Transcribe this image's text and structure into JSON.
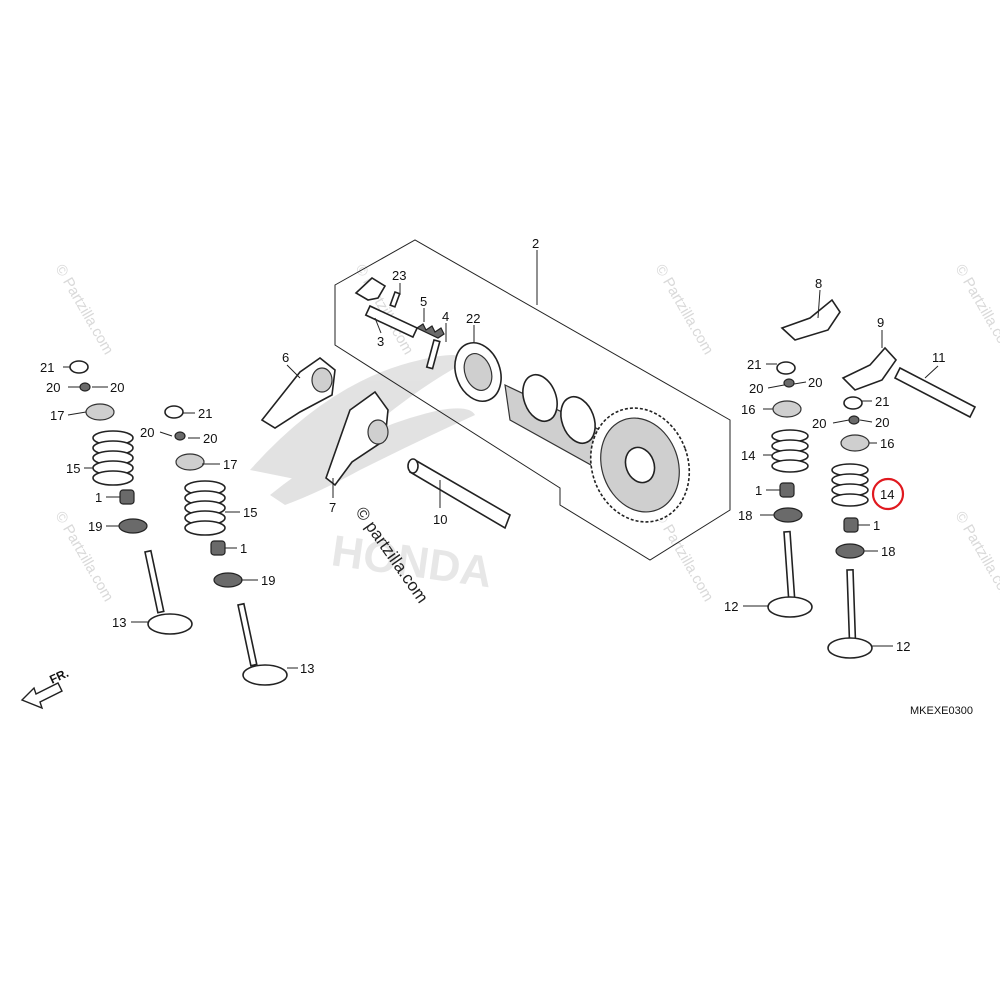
{
  "diagram": {
    "code": "MKEXE0300",
    "front_indicator": "FR.",
    "watermark": "© partzilla.com",
    "repeated_watermark": "© Partzilla.com",
    "brand_logo_text": "HONDA",
    "highlighted_label": "14",
    "highlight_color": "#e0191f"
  },
  "callouts": {
    "c2": "2",
    "c23": "23",
    "c5": "5",
    "c4": "4",
    "c22": "22",
    "c3": "3",
    "c6": "6",
    "c7": "7",
    "c10": "10",
    "c8": "8",
    "c9": "9",
    "c11": "11",
    "l21a": "21",
    "l20a": "20",
    "l20b": "20",
    "l17a": "17",
    "l15a": "15",
    "l1a": "1",
    "l19a": "19",
    "l13a": "13",
    "m21": "21",
    "m20a": "20",
    "m20b": "20",
    "m17": "17",
    "m15": "15",
    "m1": "1",
    "m19": "19",
    "m13": "13",
    "r21a": "21",
    "r20a": "20",
    "r20b": "20",
    "r16a": "16",
    "r14a": "14",
    "r1a": "1",
    "r18a": "18",
    "r12a": "12",
    "s21": "21",
    "s20a": "20",
    "s20b": "20",
    "s16": "16",
    "s14": "14",
    "s1": "1",
    "s18": "18",
    "s12": "12"
  }
}
